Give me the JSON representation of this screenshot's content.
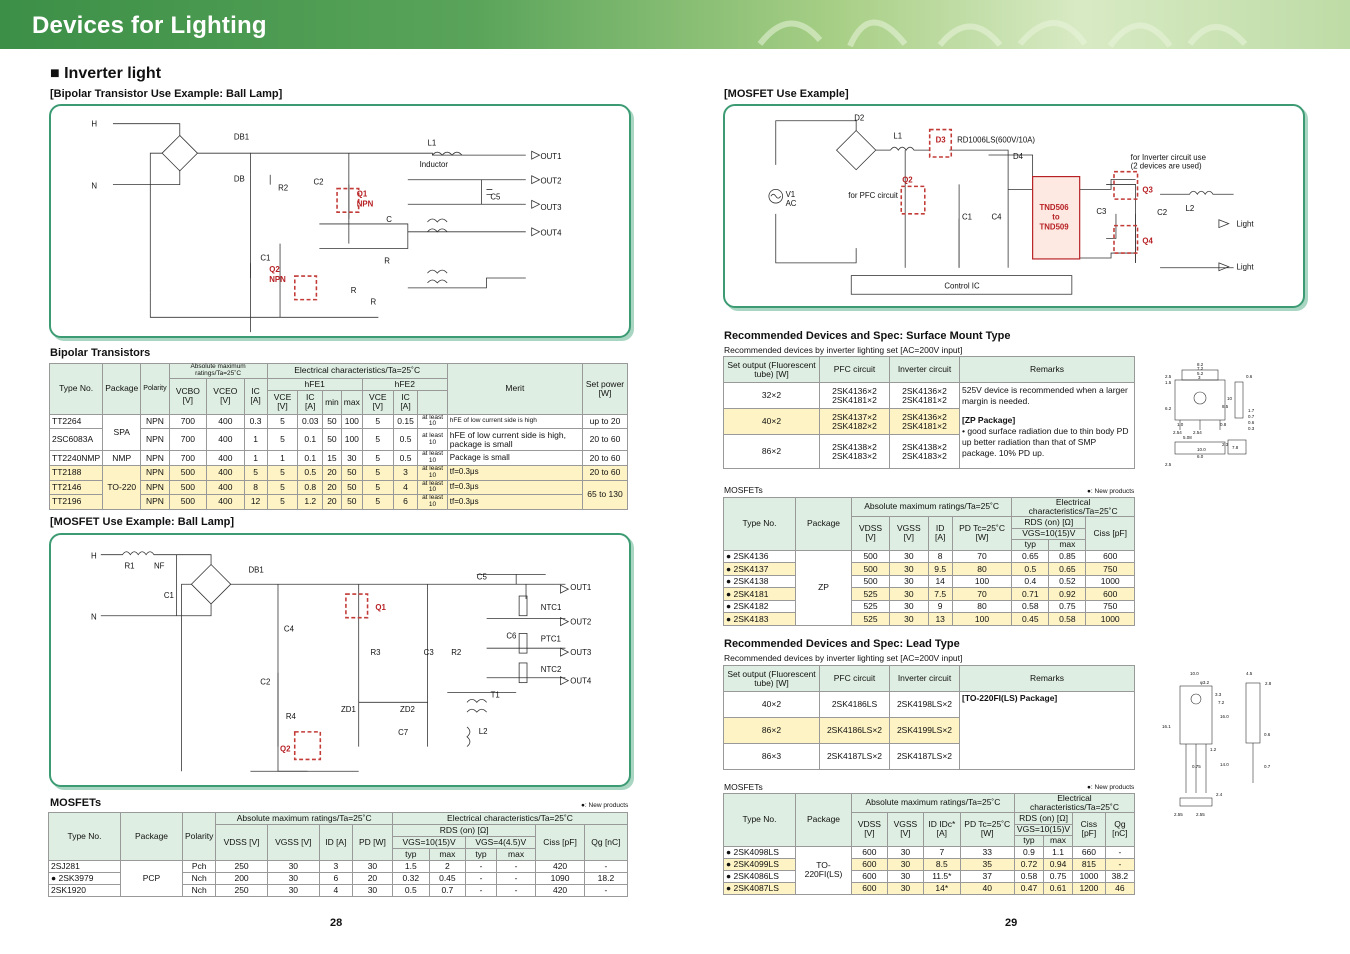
{
  "header": {
    "title": "Devices for Lighting"
  },
  "section": {
    "title": "Inverter light"
  },
  "bipolar_example": {
    "title": "[Bipolar Transistor Use Example: Ball Lamp]",
    "labels": [
      "H",
      "N",
      "DB1",
      "DB",
      "R2",
      "C2",
      "Q1",
      "NPN",
      "L1",
      "Inductor",
      "OUT1",
      "OUT2",
      "C5",
      "OUT3",
      "OUT4",
      "C",
      "R",
      "C1",
      "Q2",
      "NPN",
      "R",
      "R"
    ]
  },
  "mosfet_ball": {
    "title": "[MOSFET Use Example: Ball Lamp]",
    "labels": [
      "H",
      "R1",
      "NF",
      "N",
      "C1",
      "DB1",
      "C5",
      "OUT1",
      "Q1",
      "NTC1",
      "C4",
      "OUT2",
      "R3",
      "C3",
      "R2",
      "C6",
      "PTC1",
      "OUT3",
      "NTC2",
      "C2",
      "OUT4",
      "T1",
      "R4",
      "ZD1",
      "ZD2",
      "C7",
      "L2",
      "Q2"
    ]
  },
  "mosfet_example": {
    "title": "[MOSFET Use Example]",
    "labels": [
      "D2",
      "L1",
      "D3",
      "RD1006LS(600V/10A)",
      "D4",
      "V1",
      "AC",
      "Q2",
      "for PFC circuit",
      "C1",
      "C4",
      "TND506",
      "to",
      "TND509",
      "C3",
      "for Inverter circuit use",
      "(2 devices are used)",
      "Q3",
      "C2",
      "L2",
      "Light",
      "Q4",
      "Light",
      "Control IC"
    ]
  },
  "bipolar_table": {
    "title": "Bipolar Transistors",
    "head1": [
      "Type No.",
      "Package",
      "Polarity",
      "Absolute maximum ratings/Ta=25˚C",
      "Electrical characteristics/Ta=25˚C",
      "Merit",
      "Set power [W]"
    ],
    "head2": [
      "VCBO [V]",
      "VCEO [V]",
      "IC [A]",
      "hFE1",
      "hFE2"
    ],
    "head3": [
      "VCE [V]",
      "IC [A]",
      "min",
      "max",
      "VCE [V]",
      "IC [A]"
    ],
    "rows": [
      [
        "TT2264",
        "SPA",
        "NPN",
        "700",
        "400",
        "0.3",
        "5",
        "0.03",
        "50",
        "100",
        "5",
        "0.15",
        "at least 10",
        "hFE of low current side is high",
        "up to 20"
      ],
      [
        "2SC6083A",
        "",
        "NPN",
        "700",
        "400",
        "1",
        "5",
        "0.1",
        "50",
        "100",
        "5",
        "0.5",
        "at least 10",
        "hFE of low current side is high, package is small",
        "20 to 60"
      ],
      [
        "TT2240NMP",
        "NMP",
        "NPN",
        "700",
        "400",
        "1",
        "1",
        "0.1",
        "15",
        "30",
        "5",
        "0.5",
        "at least 10",
        "Package is small",
        "20 to 60"
      ],
      [
        "TT2188",
        "TO-220",
        "NPN",
        "500",
        "400",
        "5",
        "5",
        "0.5",
        "20",
        "50",
        "5",
        "3",
        "at least 10",
        "tf=0.3μs",
        "20 to 60"
      ],
      [
        "TT2146",
        "",
        "NPN",
        "500",
        "400",
        "8",
        "5",
        "0.8",
        "20",
        "50",
        "5",
        "4",
        "at least 10",
        "tf=0.3μs",
        "65 to 130"
      ],
      [
        "TT2196",
        "",
        "NPN",
        "500",
        "400",
        "12",
        "5",
        "1.2",
        "20",
        "50",
        "5",
        "6",
        "at least 10",
        "tf=0.3μs",
        ""
      ]
    ]
  },
  "mosfet_left": {
    "title": "MOSFETs",
    "note": "●: New products",
    "head1": [
      "Type No.",
      "Package",
      "Polarity",
      "Absolute maximum ratings/Ta=25˚C",
      "Electrical characteristics/Ta=25˚C"
    ],
    "head2": [
      "VDSS [V]",
      "VGSS [V]",
      "ID [A]",
      "PD [W]",
      "RDS (on) [Ω]",
      "Ciss [pF]",
      "Qg [nC]"
    ],
    "head3": [
      "VGS=10(15)V",
      "VGS=4(4.5)V"
    ],
    "head4": [
      "typ",
      "max",
      "typ",
      "max"
    ],
    "rows": [
      [
        "2SJ281",
        "PCP",
        "Pch",
        "250",
        "30",
        "3",
        "30",
        "1.5",
        "2",
        "-",
        "-",
        "420",
        "-"
      ],
      [
        "● 2SK3979",
        "",
        "Nch",
        "200",
        "30",
        "6",
        "20",
        "0.32",
        "0.45",
        "-",
        "-",
        "1090",
        "18.2"
      ],
      [
        "2SK1920",
        "",
        "Nch",
        "250",
        "30",
        "4",
        "30",
        "0.5",
        "0.7",
        "-",
        "-",
        "420",
        "-"
      ]
    ]
  },
  "smt": {
    "title": "Recommended Devices and Spec: Surface Mount Type",
    "subtitle": "Recommended devices by inverter lighting set [AC=200V input]",
    "head": [
      "Set output (Fluorescent tube) [W]",
      "PFC circuit",
      "Inverter circuit",
      "Remarks"
    ],
    "rows": [
      [
        "32×2",
        "2SK4136×2\n2SK4181×2",
        "2SK4136×2\n2SK4181×2"
      ],
      [
        "40×2",
        "2SK4137×2\n2SK4182×2",
        "2SK4136×2\n2SK4181×2"
      ],
      [
        "86×2",
        "2SK4138×2\n2SK4183×2",
        "2SK4138×2\n2SK4183×2"
      ]
    ],
    "remarks1": "525V device is recommended when a larger margin is needed.",
    "remarks2": "[ZP Package]",
    "remarks3": "• good surface radiation due to thin body PD up better radiation than that of SMP package. 10% PD up."
  },
  "mosfet_smt": {
    "title": "MOSFETs",
    "note": "●: New products",
    "head1": [
      "Type No.",
      "Package",
      "Absolute maximum ratings/Ta=25˚C",
      "Electrical characteristics/Ta=25˚C"
    ],
    "head2": [
      "VDSS [V]",
      "VGSS [V]",
      "ID [A]",
      "PD Tc=25˚C [W]",
      "RDS (on) [Ω]",
      "Ciss [pF]"
    ],
    "head3": [
      "VGS=10(15)V"
    ],
    "head4": [
      "typ",
      "max"
    ],
    "rows": [
      [
        "● 2SK4136",
        "ZP",
        "500",
        "30",
        "8",
        "70",
        "0.65",
        "0.85",
        "600"
      ],
      [
        "● 2SK4137",
        "",
        "500",
        "30",
        "9.5",
        "80",
        "0.5",
        "0.65",
        "750"
      ],
      [
        "● 2SK4138",
        "",
        "500",
        "30",
        "14",
        "100",
        "0.4",
        "0.52",
        "1000"
      ],
      [
        "● 2SK4181",
        "",
        "525",
        "30",
        "7.5",
        "70",
        "0.71",
        "0.92",
        "600"
      ],
      [
        "● 2SK4182",
        "",
        "525",
        "30",
        "9",
        "80",
        "0.58",
        "0.75",
        "750"
      ],
      [
        "● 2SK4183",
        "",
        "525",
        "30",
        "13",
        "100",
        "0.45",
        "0.58",
        "1000"
      ]
    ]
  },
  "lead": {
    "title": "Recommended Devices and Spec: Lead Type",
    "subtitle": "Recommended devices by inverter lighting set [AC=200V input]",
    "head": [
      "Set output (Fluorescent tube) [W]",
      "PFC circuit",
      "Inverter circuit",
      "Remarks"
    ],
    "rows": [
      [
        "40×2",
        "2SK4186LS",
        "2SK4198LS×2"
      ],
      [
        "86×2",
        "2SK4186LS×2",
        "2SK4199LS×2"
      ],
      [
        "86×3",
        "2SK4187LS×2",
        "2SK4187LS×2"
      ]
    ],
    "remarks": "[TO-220FI(LS) Package]"
  },
  "mosfet_lead": {
    "title": "MOSFETs",
    "note": "●: New products",
    "head1": [
      "Type No.",
      "Package",
      "Absolute maximum ratings/Ta=25˚C",
      "Electrical characteristics/Ta=25˚C"
    ],
    "head2": [
      "VDSS [V]",
      "VGSS [V]",
      "ID IDc* [A]",
      "PD Tc=25˚C [W]",
      "RDS (on) [Ω]",
      "Ciss [pF]",
      "Qg [nC]"
    ],
    "head3": [
      "VGS=10(15)V"
    ],
    "head4": [
      "typ",
      "max"
    ],
    "rows": [
      [
        "● 2SK4098LS",
        "TO-220FI(LS)",
        "600",
        "30",
        "7",
        "33",
        "0.9",
        "1.1",
        "660",
        "-"
      ],
      [
        "● 2SK4099LS",
        "",
        "600",
        "30",
        "8.5",
        "35",
        "0.72",
        "0.94",
        "815",
        "-"
      ],
      [
        "● 2SK4086LS",
        "",
        "600",
        "30",
        "11.5*",
        "37",
        "0.58",
        "0.75",
        "1000",
        "38.2"
      ],
      [
        "● 2SK4087LS",
        "",
        "600",
        "30",
        "14*",
        "40",
        "0.47",
        "0.61",
        "1200",
        "46"
      ]
    ]
  },
  "pkg_zp": {
    "dims": [
      "8.2",
      "7.2",
      "5.2",
      "3",
      "2.5",
      "1.5",
      "0.6",
      "10",
      "8.5",
      "6.2",
      "1.7",
      "0.7",
      "0.6",
      "0.8",
      "0.3",
      "1.0",
      "2.54",
      "2.54",
      "5.08",
      "10.0",
      "6.0",
      "7.8",
      "2.5",
      "2.3"
    ]
  },
  "pkg_to220": {
    "dims": [
      "10.0",
      "φ3.2",
      "4.5",
      "2.8",
      "3.3",
      "7.2",
      "16.0",
      "16.1",
      "0.6",
      "1.2",
      "0.75",
      "14.0",
      "0.7",
      "2.4",
      "2.55",
      "2.55"
    ]
  },
  "pages": {
    "left": "28",
    "right": "29"
  },
  "colors": {
    "green": "#3c9b73",
    "red": "#b72024",
    "yellow": "#fdf3c4",
    "header": "#dfeee2"
  }
}
